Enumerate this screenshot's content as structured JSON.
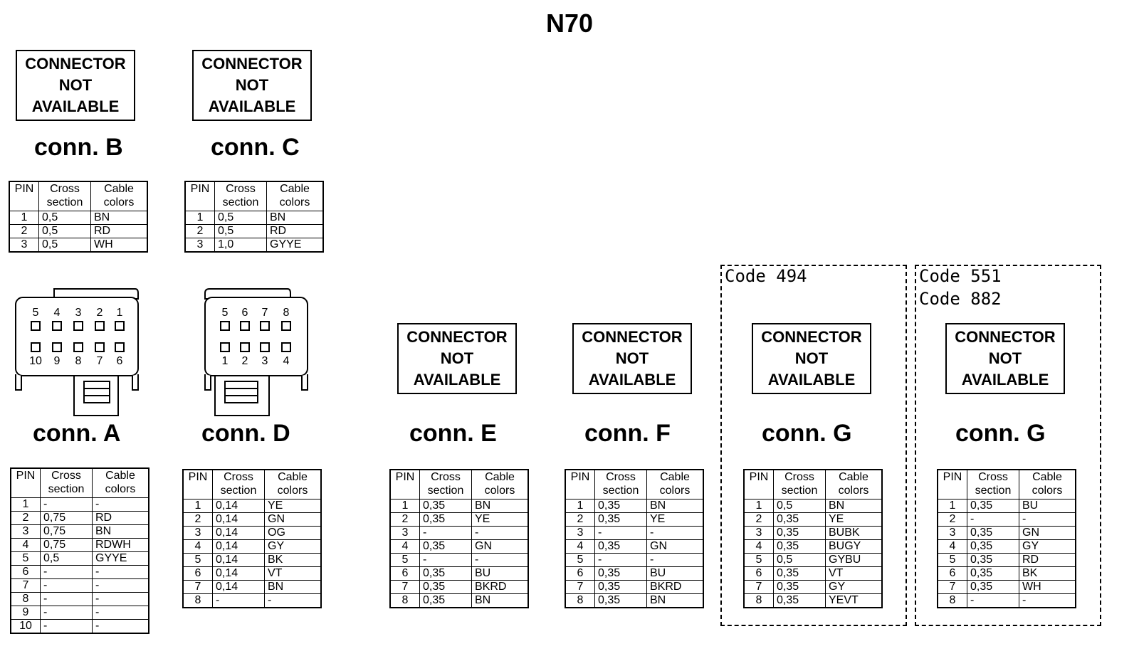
{
  "title": "N70",
  "na_text": [
    "CONNECTOR",
    "NOT",
    "AVAILABLE"
  ],
  "headers": {
    "pin": "PIN",
    "cross_1": "Cross",
    "cross_2": "section",
    "color_1": "Cable",
    "color_2": "colors"
  },
  "connectors": [
    {
      "id": "B",
      "label": "conn. B",
      "rows": [
        [
          "1",
          "0,5",
          "BN"
        ],
        [
          "2",
          "0,5",
          "RD"
        ],
        [
          "3",
          "0,5",
          "WH"
        ]
      ]
    },
    {
      "id": "C",
      "label": "conn. C",
      "rows": [
        [
          "1",
          "0,5",
          "BN"
        ],
        [
          "2",
          "0,5",
          "RD"
        ],
        [
          "3",
          "1,0",
          "GYYE"
        ]
      ]
    },
    {
      "id": "A",
      "label": "conn. A",
      "rows": [
        [
          "1",
          "-",
          "-"
        ],
        [
          "2",
          "0,75",
          "RD"
        ],
        [
          "3",
          "0,75",
          "BN"
        ],
        [
          "4",
          "0,75",
          "RDWH"
        ],
        [
          "5",
          "0,5",
          "GYYE"
        ],
        [
          "6",
          "-",
          "-"
        ],
        [
          "7",
          "-",
          "-"
        ],
        [
          "8",
          "-",
          "-"
        ],
        [
          "9",
          "-",
          "-"
        ],
        [
          "10",
          "-",
          "-"
        ]
      ]
    },
    {
      "id": "D",
      "label": "conn. D",
      "rows": [
        [
          "1",
          "0,14",
          "YE"
        ],
        [
          "2",
          "0,14",
          "GN"
        ],
        [
          "3",
          "0,14",
          "OG"
        ],
        [
          "4",
          "0,14",
          "GY"
        ],
        [
          "5",
          "0,14",
          "BK"
        ],
        [
          "6",
          "0,14",
          "VT"
        ],
        [
          "7",
          "0,14",
          "BN"
        ],
        [
          "8",
          "-",
          "-"
        ]
      ]
    },
    {
      "id": "E",
      "label": "conn. E",
      "rows": [
        [
          "1",
          "0,35",
          "BN"
        ],
        [
          "2",
          "0,35",
          "YE"
        ],
        [
          "3",
          "-",
          "-"
        ],
        [
          "4",
          "0,35",
          "GN"
        ],
        [
          "5",
          "-",
          "-"
        ],
        [
          "6",
          "0,35",
          "BU"
        ],
        [
          "7",
          "0,35",
          "BKRD"
        ],
        [
          "8",
          "0,35",
          "BN"
        ]
      ]
    },
    {
      "id": "F",
      "label": "conn. F",
      "rows": [
        [
          "1",
          "0,35",
          "BN"
        ],
        [
          "2",
          "0,35",
          "YE"
        ],
        [
          "3",
          "-",
          "-"
        ],
        [
          "4",
          "0,35",
          "GN"
        ],
        [
          "5",
          "-",
          "-"
        ],
        [
          "6",
          "0,35",
          "BU"
        ],
        [
          "7",
          "0,35",
          "BKRD"
        ],
        [
          "8",
          "0,35",
          "BN"
        ]
      ]
    },
    {
      "id": "G1",
      "label": "conn. G",
      "rows": [
        [
          "1",
          "0,5",
          "BN"
        ],
        [
          "2",
          "0,35",
          "YE"
        ],
        [
          "3",
          "0,35",
          "BUBK"
        ],
        [
          "4",
          "0,35",
          "BUGY"
        ],
        [
          "5",
          "0,5",
          "GYBU"
        ],
        [
          "6",
          "0,35",
          "VT"
        ],
        [
          "7",
          "0,35",
          "GY"
        ],
        [
          "8",
          "0,35",
          "YEVT"
        ]
      ]
    },
    {
      "id": "G2",
      "label": "conn. G",
      "rows": [
        [
          "1",
          "0,35",
          "BU"
        ],
        [
          "2",
          "-",
          "-"
        ],
        [
          "3",
          "0,35",
          "GN"
        ],
        [
          "4",
          "0,35",
          "GY"
        ],
        [
          "5",
          "0,35",
          "RD"
        ],
        [
          "6",
          "0,35",
          "BK"
        ],
        [
          "7",
          "0,35",
          "WH"
        ],
        [
          "8",
          "-",
          "-"
        ]
      ]
    }
  ],
  "code_frames": [
    {
      "lines": [
        "Code 494"
      ]
    },
    {
      "lines": [
        "Code 551",
        "Code 882"
      ]
    }
  ],
  "pin_diagrams": {
    "A": {
      "top": [
        "5",
        "4",
        "3",
        "2",
        "1"
      ],
      "bottom": [
        "10",
        "9",
        "8",
        "7",
        "6"
      ]
    },
    "D": {
      "top": [
        "5",
        "6",
        "7",
        "8"
      ],
      "bottom": [
        "1",
        "2",
        "3",
        "4"
      ]
    }
  }
}
